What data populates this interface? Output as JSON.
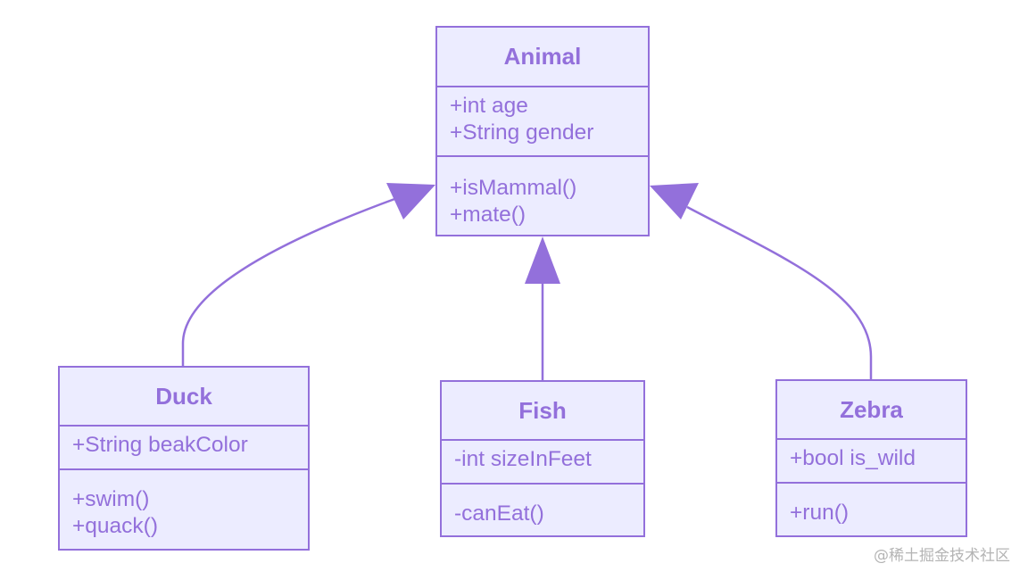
{
  "theme": {
    "stroke": "#9370DB",
    "fill": "#ECECFF",
    "text": "#9370DB"
  },
  "classes": {
    "animal": {
      "name": "Animal",
      "attributes": [
        "+int age",
        "+String gender"
      ],
      "methods": [
        "+isMammal()",
        "+mate()"
      ]
    },
    "duck": {
      "name": "Duck",
      "attributes": [
        "+String beakColor"
      ],
      "methods": [
        "+swim()",
        "+quack()"
      ]
    },
    "fish": {
      "name": "Fish",
      "attributes": [
        "-int sizeInFeet"
      ],
      "methods": [
        "-canEat()"
      ]
    },
    "zebra": {
      "name": "Zebra",
      "attributes": [
        "+bool is_wild"
      ],
      "methods": [
        "+run()"
      ]
    }
  },
  "relations": [
    {
      "from": "Duck",
      "to": "Animal",
      "type": "inheritance"
    },
    {
      "from": "Fish",
      "to": "Animal",
      "type": "inheritance"
    },
    {
      "from": "Zebra",
      "to": "Animal",
      "type": "inheritance"
    }
  ],
  "watermark": "@稀土掘金技术社区"
}
